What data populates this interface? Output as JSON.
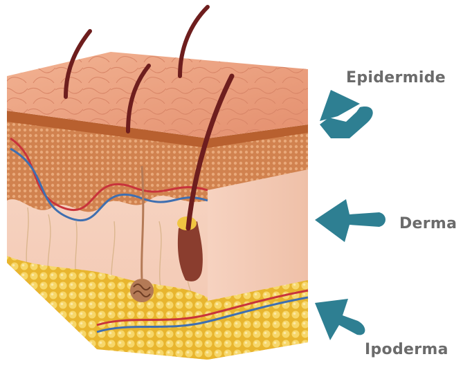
{
  "labels": {
    "epidermis": "Epidermide",
    "dermis": "Derma",
    "hypodermis": "Ipoderma"
  },
  "colors": {
    "arrow": "#2e7f92",
    "label_text": "#6b6b6b",
    "skin_surface": "#e89c7c",
    "epidermis_layer": "#c77244",
    "dermis": "#f4cbb8",
    "fat": "#f0c542",
    "hair": "#6e1e1e",
    "artery": "#c8333b",
    "vein": "#3f6fb0"
  },
  "icons": {
    "pointer": "arrow-icon"
  }
}
